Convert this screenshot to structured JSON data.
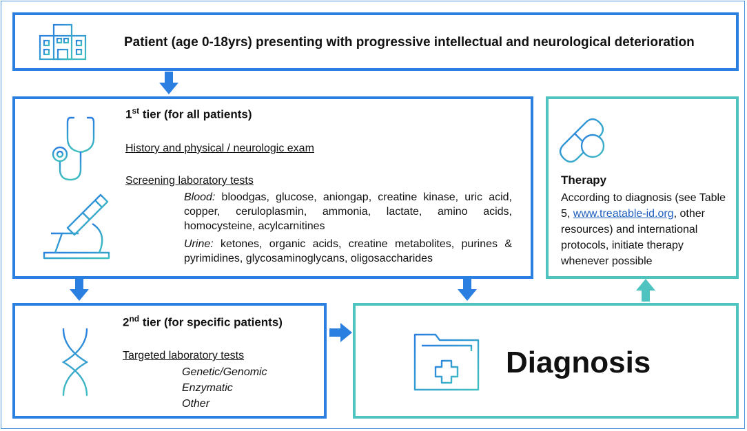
{
  "patient": {
    "text": "Patient (age 0-18yrs) presenting with progressive intellectual and neurological deterioration",
    "icon": "hospital-icon"
  },
  "tier1": {
    "tier_num": "1",
    "tier_sup": "st",
    "tier_rest": " tier (for all patients)",
    "history": "History and physical / neurologic exam",
    "screening": "Screening laboratory tests",
    "blood_label": "Blood:",
    "blood_text": " bloodgas, glucose, aniongap, creatine kinase, uric acid, copper, ceruloplasmin,  ammonia, lactate, amino acids,  homocysteine, acylcarnitines",
    "urine_label": "Urine:",
    "urine_text": " ketones, organic acids, creatine metabolites, purines & pyrimidines, glycosaminoglycans, oligosaccharides",
    "icons": [
      "stethoscope-icon",
      "microscope-icon"
    ]
  },
  "tier2": {
    "tier_num": "2",
    "tier_sup": "nd",
    "tier_rest": " tier (for specific patients)",
    "targeted": "Targeted laboratory tests",
    "items": [
      "Genetic/Genomic",
      "Enzymatic",
      "Other"
    ],
    "icon": "dna-icon"
  },
  "diagnosis": {
    "label": "Diagnosis",
    "icon": "medical-folder-icon"
  },
  "therapy": {
    "title": "Therapy",
    "text_before": "According to diagnosis (see Table 5, ",
    "link": "www.treatable-id.org",
    "text_after": ", other resources) and international protocols, initiate therapy whenever possible",
    "icon": "pill-plus-icon"
  },
  "colors": {
    "blue": "#2b7fe0",
    "teal": "#4fc3c0",
    "icon_blue": "#3f8fd8",
    "icon_teal": "#3fbfbf"
  }
}
